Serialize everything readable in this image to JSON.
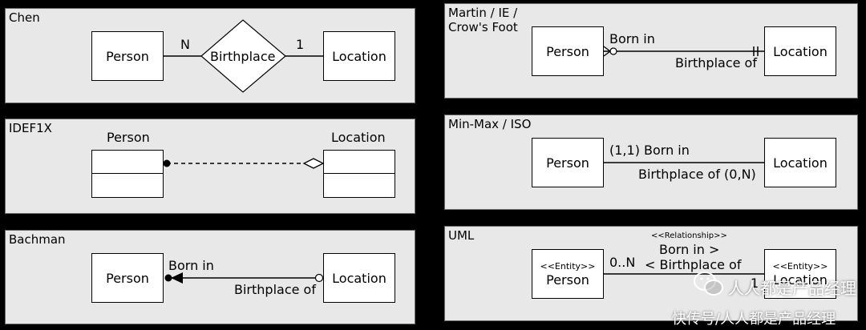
{
  "chen": {
    "title": "Chen",
    "person": "Person",
    "location": "Location",
    "relationship": "Birthplace",
    "card_left": "N",
    "card_right": "1"
  },
  "idef1x": {
    "title": "IDEF1X",
    "person": "Person",
    "location": "Location"
  },
  "bachman": {
    "title": "Bachman",
    "person": "Person",
    "location": "Location",
    "label_top": "Born in",
    "label_bottom": "Birthplace of"
  },
  "martin": {
    "title": "Martin / IE /\nCrow's Foot",
    "person": "Person",
    "location": "Location",
    "label_top": "Born in",
    "label_bottom": "Birthplace of"
  },
  "minmax": {
    "title": "Min-Max / ISO",
    "person": "Person",
    "location": "Location",
    "label_top": "(1,1) Born in",
    "label_bottom": "Birthplace of (0,N)"
  },
  "uml": {
    "title": "UML",
    "person_stereotype": "<<Entity>>",
    "person": "Person",
    "location_stereotype": "<<Entity>>",
    "location": "Location",
    "relationship_stereotype": "<<Relationship>>",
    "label_top": "Born in >",
    "label_bottom": "< Birthplace of",
    "mult_left": "0..N",
    "mult_right": "1"
  },
  "watermark": {
    "line1": "人人都是产品经理",
    "line2": "快传号/人人都是产品经理"
  },
  "colors": {
    "panel_bg": "#e8e8e8",
    "page_bg": "#000000",
    "box_bg": "#ffffff",
    "stroke": "#000000"
  }
}
